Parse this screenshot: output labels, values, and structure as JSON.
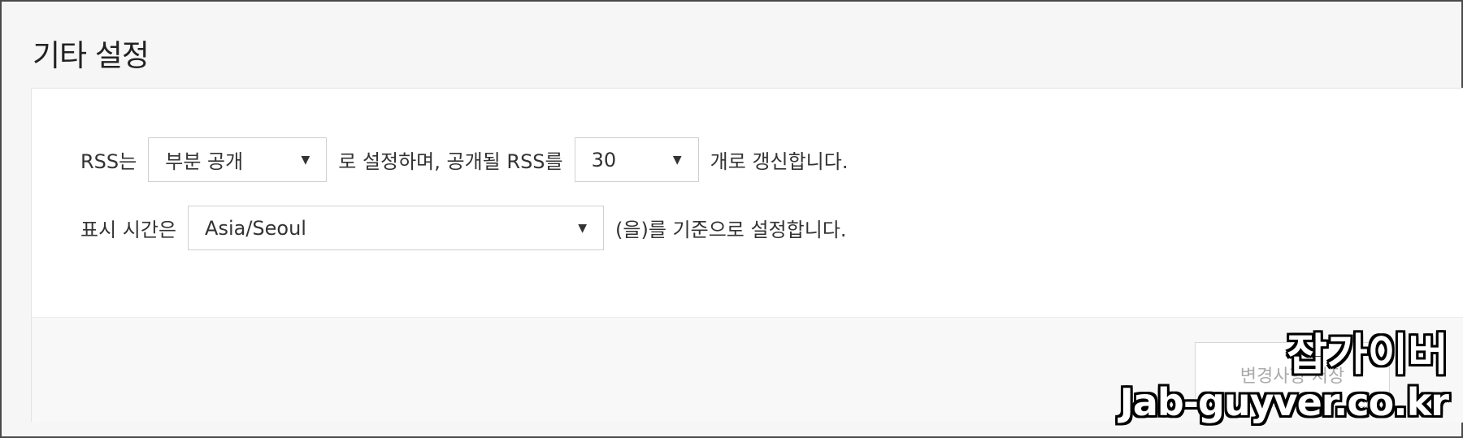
{
  "page": {
    "title": "기타 설정"
  },
  "rss": {
    "prefix": "RSS는",
    "visibility_value": "부분 공개",
    "middle": "로 설정하며, 공개될 RSS를",
    "count_value": "30",
    "suffix": "개로 갱신합니다."
  },
  "timezone": {
    "prefix": "표시 시간은",
    "value": "Asia/Seoul",
    "suffix": "(을)를 기준으로 설정합니다."
  },
  "footer": {
    "save_label": "변경사항 저장"
  },
  "watermark": {
    "name": "잡가이버",
    "url": "Jab-guyver.co.kr"
  },
  "icons": {
    "dropdown": "caret-down-icon"
  }
}
